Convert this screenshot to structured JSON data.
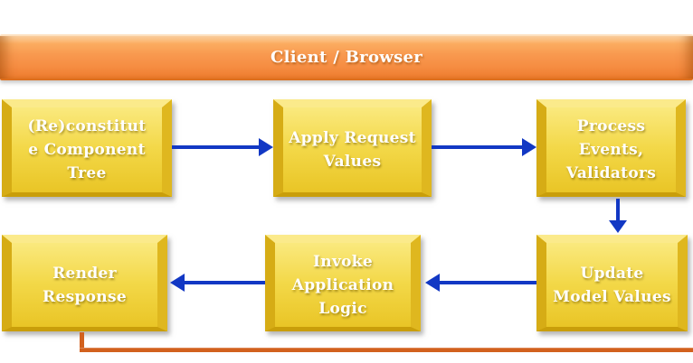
{
  "diagram": {
    "title_bar": {
      "label": "Client / Browser"
    },
    "nodes": [
      {
        "id": "reconstitute-component-tree",
        "label": "(Re)constitut\ne Component\nTree"
      },
      {
        "id": "apply-request-values",
        "label": "Apply Request\nValues"
      },
      {
        "id": "process-events-validators",
        "label": "Process\nEvents,\nValidators"
      },
      {
        "id": "update-model-values",
        "label": "Update\nModel Values"
      },
      {
        "id": "invoke-application-logic",
        "label": "Invoke\nApplication\nLogic"
      },
      {
        "id": "render-response",
        "label": "Render\nResponse"
      }
    ],
    "edges": [
      {
        "from": "reconstitute-component-tree",
        "to": "apply-request-values",
        "style": "blue-arrow"
      },
      {
        "from": "apply-request-values",
        "to": "process-events-validators",
        "style": "blue-arrow"
      },
      {
        "from": "process-events-validators",
        "to": "update-model-values",
        "style": "blue-arrow"
      },
      {
        "from": "update-model-values",
        "to": "invoke-application-logic",
        "style": "blue-arrow"
      },
      {
        "from": "invoke-application-logic",
        "to": "render-response",
        "style": "blue-arrow"
      },
      {
        "from": "render-response",
        "to": "client-browser",
        "style": "orange-feedback-line"
      }
    ],
    "colors": {
      "background": "#ffffff",
      "node_fill": "#E9C526",
      "node_fill_light": "#FAE97E",
      "banner_fill": "#F68E43",
      "arrow_blue": "#1238C4",
      "feedback_orange": "#D2611E",
      "text": "#ffffff"
    }
  }
}
